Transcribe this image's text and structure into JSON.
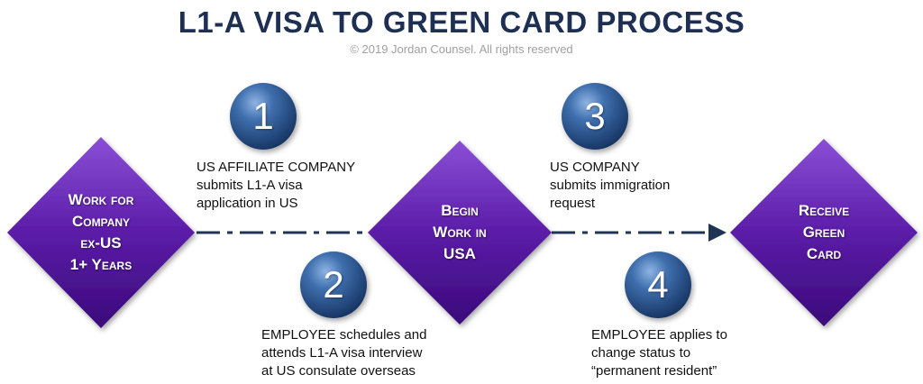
{
  "header": {
    "title": "L1-A VISA TO GREEN CARD PROCESS",
    "copyright": "© 2019  Jordan Counsel.  All rights reserved"
  },
  "colors": {
    "title": "#1d2f52",
    "diamond": "#5b1ca8",
    "circle": "#2a5694",
    "connector": "#1f3553"
  },
  "stages": [
    {
      "lines": [
        "Work for",
        "Company",
        "ex-US",
        "1+ Years"
      ]
    },
    {
      "lines": [
        "Begin",
        "Work in",
        "USA"
      ]
    },
    {
      "lines": [
        "Receive",
        "Green",
        "Card"
      ]
    }
  ],
  "steps": [
    {
      "number": "1",
      "lines": [
        "US AFFILIATE COMPANY",
        "submits L1-A visa",
        "application in US"
      ]
    },
    {
      "number": "2",
      "lines": [
        "EMPLOYEE schedules and",
        "attends L1-A visa interview",
        "at US consulate overseas"
      ]
    },
    {
      "number": "3",
      "lines": [
        "US COMPANY",
        "submits immigration",
        "request"
      ]
    },
    {
      "number": "4",
      "lines": [
        "EMPLOYEE applies to",
        "change status to",
        "“permanent resident”"
      ]
    }
  ]
}
